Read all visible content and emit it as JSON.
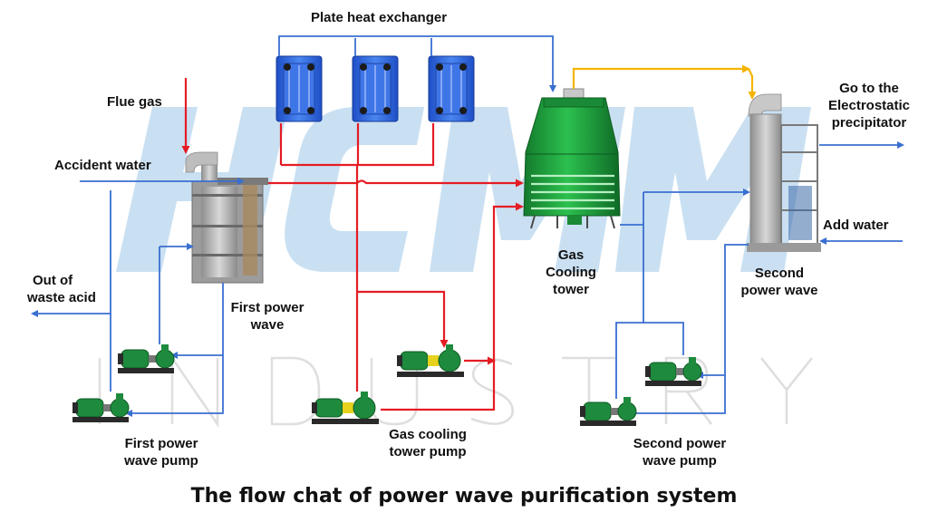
{
  "diagram": {
    "title": "The flow chat of power  wave purification system",
    "watermark": {
      "logo": "HCM",
      "word": "INDUSTRY",
      "color": "#5aa0d8"
    },
    "labels": {
      "plate_heat_exchanger": "Plate heat exchanger",
      "flue_gas": "Flue gas",
      "accident_water": "Accident water",
      "out_of_waste_acid": [
        "Out of",
        "waste acid"
      ],
      "first_power_wave": [
        "First power",
        "wave"
      ],
      "gas_cooling_tower": [
        "Gas",
        "Cooling",
        "tower"
      ],
      "go_to_esp": [
        "Go to the",
        "Electrostatic",
        "precipitator"
      ],
      "add_water": "Add water",
      "second_power_wave": [
        "Second",
        "power wave"
      ],
      "first_power_wave_pump": [
        "First power",
        "wave pump"
      ],
      "gas_cooling_tower_pump": [
        "Gas cooling",
        "tower pump"
      ],
      "second_power_wave_pump": [
        "Second power",
        "wave pump"
      ]
    },
    "colors": {
      "hot_gas_line": "#e51c24",
      "water_line": "#3a6fd1",
      "gas_line": "#f5b400",
      "tower": "#1f9e3f",
      "heat_exchanger": "#2d5fd8",
      "pump": "#1e8a3e",
      "pump_yellow": "#e6d21c"
    }
  }
}
